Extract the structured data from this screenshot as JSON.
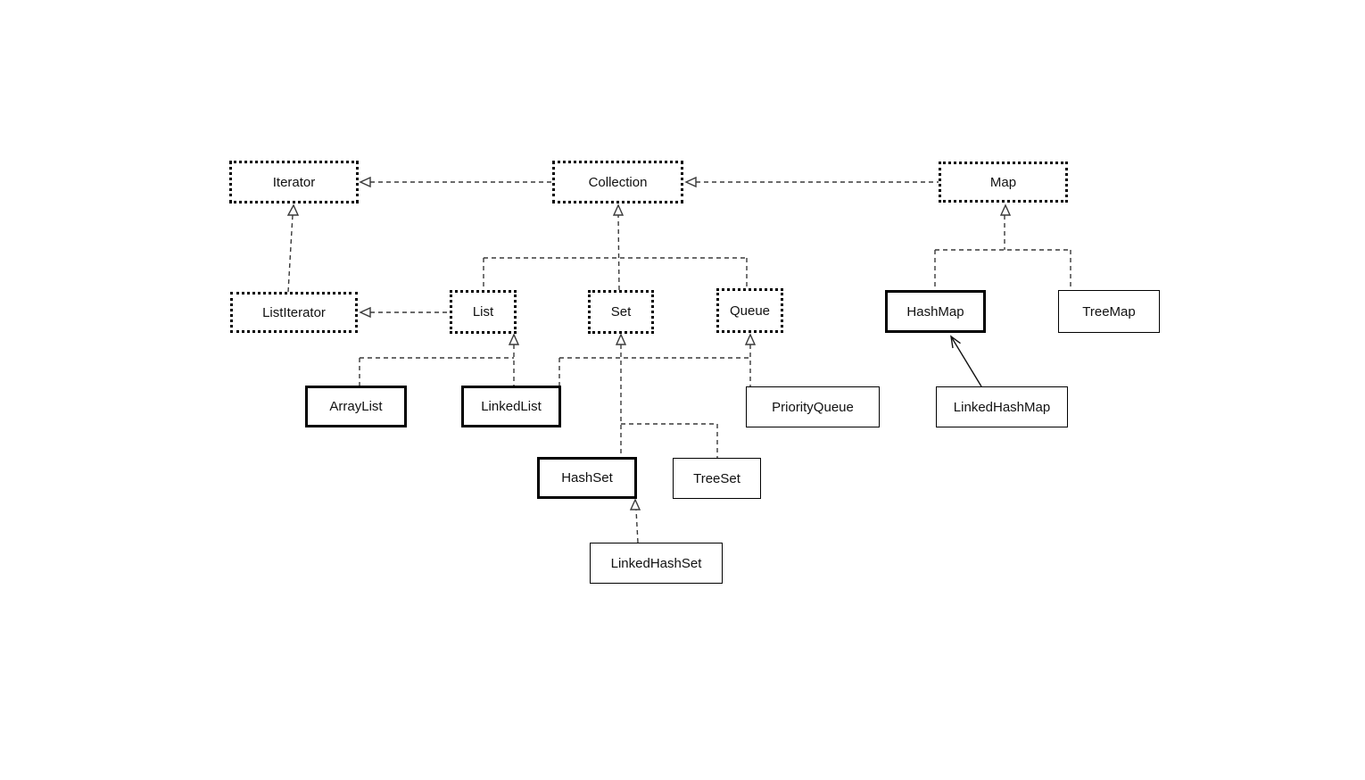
{
  "page": {
    "background": "#ffffff",
    "line_color": "#3a3a3a",
    "box_border_color": "#000000",
    "text_color": "#111111"
  },
  "diagram": {
    "type": "uml-class-hierarchy",
    "nodes": {
      "iterator": {
        "label": "Iterator",
        "kind": "interface"
      },
      "collection": {
        "label": "Collection",
        "kind": "interface"
      },
      "map": {
        "label": "Map",
        "kind": "interface"
      },
      "listiterator": {
        "label": "ListIterator",
        "kind": "interface"
      },
      "list": {
        "label": "List",
        "kind": "interface"
      },
      "set": {
        "label": "Set",
        "kind": "interface"
      },
      "queue": {
        "label": "Queue",
        "kind": "interface"
      },
      "hashmap": {
        "label": "HashMap",
        "kind": "class-emphasized"
      },
      "treemap": {
        "label": "TreeMap",
        "kind": "class"
      },
      "arraylist": {
        "label": "ArrayList",
        "kind": "class-emphasized"
      },
      "linkedlist": {
        "label": "LinkedList",
        "kind": "class-emphasized"
      },
      "priorityqueue": {
        "label": "PriorityQueue",
        "kind": "class"
      },
      "linkedhashmap": {
        "label": "LinkedHashMap",
        "kind": "class"
      },
      "hashset": {
        "label": "HashSet",
        "kind": "class-emphasized"
      },
      "treeset": {
        "label": "TreeSet",
        "kind": "class"
      },
      "linkedhashset": {
        "label": "LinkedHashSet",
        "kind": "class"
      }
    },
    "edges": [
      {
        "from": "Collection",
        "to": "Iterator",
        "line": "dashed",
        "arrow": "hollow-triangle"
      },
      {
        "from": "Map",
        "to": "Collection",
        "line": "dashed",
        "arrow": "hollow-triangle"
      },
      {
        "from": "ListIterator",
        "to": "Iterator",
        "line": "dashed",
        "arrow": "hollow-triangle"
      },
      {
        "from": "List",
        "to": "ListIterator",
        "line": "dashed",
        "arrow": "hollow-triangle"
      },
      {
        "from": "List",
        "to": "Collection",
        "line": "dashed",
        "arrow": "hollow-triangle"
      },
      {
        "from": "Set",
        "to": "Collection",
        "line": "dashed",
        "arrow": "hollow-triangle"
      },
      {
        "from": "Queue",
        "to": "Collection",
        "line": "dashed",
        "arrow": "hollow-triangle"
      },
      {
        "from": "ArrayList",
        "to": "List",
        "line": "dashed",
        "arrow": "hollow-triangle"
      },
      {
        "from": "LinkedList",
        "to": "List",
        "line": "dashed",
        "arrow": "hollow-triangle"
      },
      {
        "from": "LinkedList",
        "to": "Queue",
        "line": "dashed",
        "arrow": "hollow-triangle"
      },
      {
        "from": "PriorityQueue",
        "to": "Queue",
        "line": "dashed",
        "arrow": "hollow-triangle"
      },
      {
        "from": "HashSet",
        "to": "Set",
        "line": "dashed",
        "arrow": "hollow-triangle"
      },
      {
        "from": "TreeSet",
        "to": "Set",
        "line": "dashed",
        "arrow": "hollow-triangle"
      },
      {
        "from": "LinkedHashSet",
        "to": "HashSet",
        "line": "dashed",
        "arrow": "hollow-triangle"
      },
      {
        "from": "HashMap",
        "to": "Map",
        "line": "dashed",
        "arrow": "hollow-triangle"
      },
      {
        "from": "TreeMap",
        "to": "Map",
        "line": "dashed",
        "arrow": "hollow-triangle"
      },
      {
        "from": "LinkedHashMap",
        "to": "HashMap",
        "line": "solid",
        "arrow": "open"
      }
    ]
  }
}
